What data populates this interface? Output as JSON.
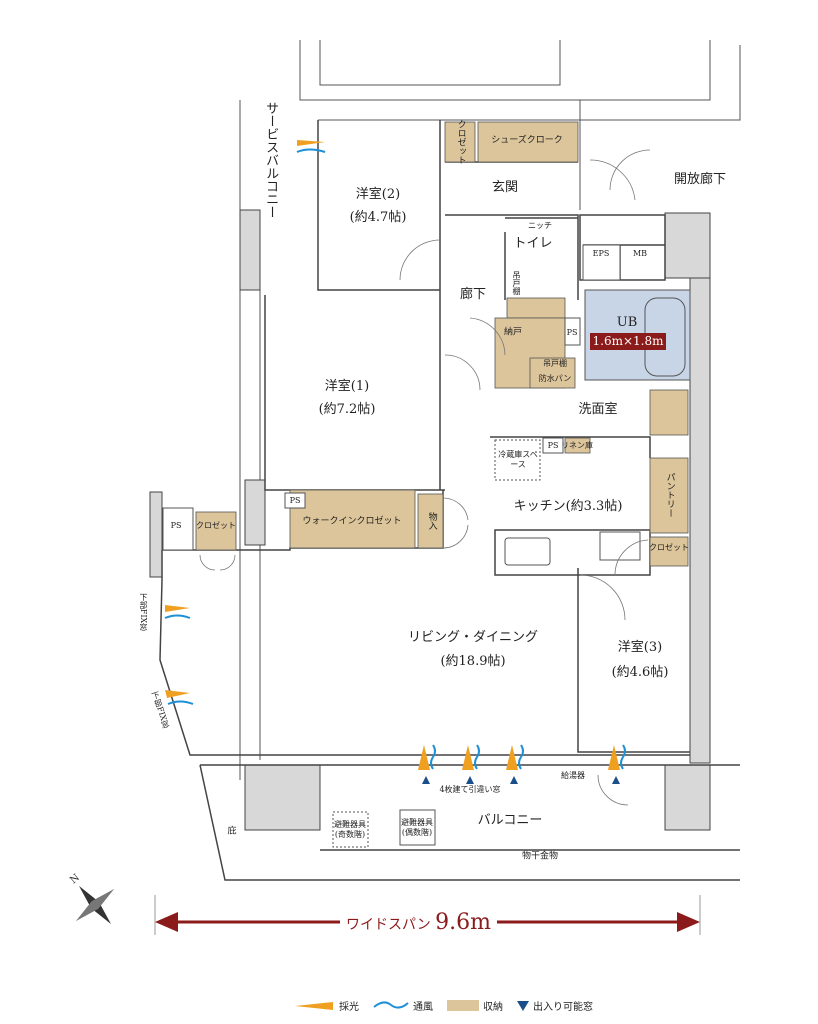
{
  "rooms": {
    "service_balcony": "サービスバルコニー",
    "western2": "洋室(2)",
    "western2_size": "(約4.7帖)",
    "closet_top": "クロゼット",
    "shoes_cloak": "シューズクローク",
    "entrance": "玄関",
    "open_corridor": "開放廊下",
    "niche": "ニッチ",
    "toilet": "トイレ",
    "hanging_shelf": "吊戸棚",
    "corridor": "廊下",
    "eps": "EPS",
    "mb": "MB",
    "ub": "UB",
    "ub_size": "1.6m×1.8m",
    "storage": "納戸",
    "ps": "PS",
    "hanging_shelf2": "吊戸棚",
    "waterproof_pan": "防水パン",
    "western1": "洋室(1)",
    "western1_size": "(約7.2帖)",
    "washroom": "洗面室",
    "fridge_space": "冷蔵庫スペース",
    "linen": "リネン庫",
    "pantry": "パントリー",
    "kitchen": "キッチン(約3.3帖)",
    "closet_kitchen": "クロゼット",
    "wic": "ウォークインクロゼット",
    "monoire": "物入",
    "closet_left": "クロゼット",
    "living": "リビング・ダイニング",
    "living_size": "(約18.9帖)",
    "western3": "洋室(3)",
    "western3_size": "(約4.6帖)",
    "fix_window": "下部FIX窓",
    "sliding_window": "4枚建て引違い窓",
    "water_heater": "給湯器",
    "evac_odd": "避難器具(奇数階)",
    "evac_even": "避難器具(偶数階)",
    "balcony": "バルコニー",
    "eaves": "庇",
    "drying_rack": "物干金物"
  },
  "wide_span": {
    "label": "ワイドスパン",
    "value": "9.6m"
  },
  "legend": [
    {
      "label": "採光",
      "icon": "light-icon",
      "color": "#f0a020"
    },
    {
      "label": "通風",
      "icon": "wind-icon",
      "color": "#1e90d8"
    },
    {
      "label": "収納",
      "icon": "storage-swatch",
      "color": "#dcc59a"
    },
    {
      "label": "出入り可能窓",
      "icon": "triangle-icon",
      "color": "#1a4f8a"
    }
  ],
  "colors": {
    "storage": "#dcc59a",
    "ub": "#c8d5e6",
    "wall": "#d8d8d8",
    "accent": "#8b1a1a"
  }
}
